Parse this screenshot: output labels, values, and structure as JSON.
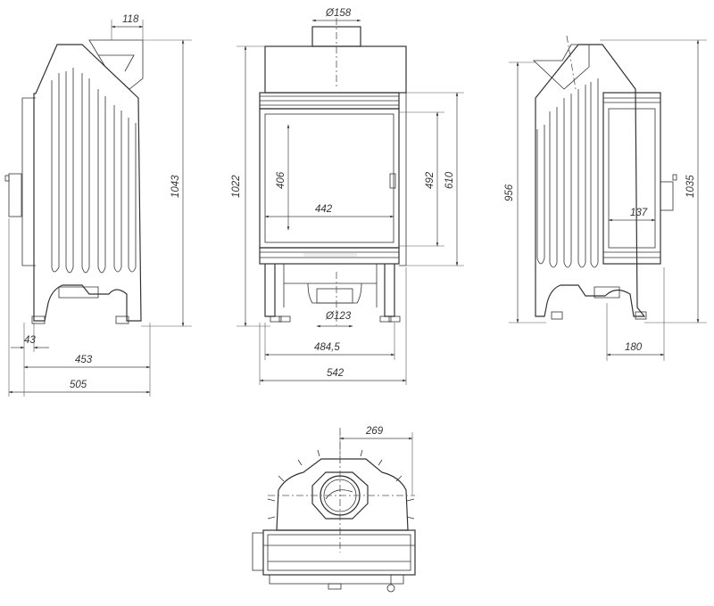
{
  "views": {
    "side_left": {
      "dim_top_flue": "118",
      "dim_height": "1043",
      "dim_foot": "43",
      "dim_depth_inner": "453",
      "dim_depth_total": "505"
    },
    "front": {
      "dim_flue_diameter": "Ø158",
      "dim_height": "1022",
      "dim_glass_height": "406",
      "dim_glass_width": "442",
      "dim_opening_height": "492",
      "dim_outer_height": "610",
      "dim_air_diameter": "Ø123",
      "dim_inner_width": "484,5",
      "dim_total_width": "542"
    },
    "side_right": {
      "dim_flue_height": "956",
      "dim_height": "1035",
      "dim_glass_width": "137",
      "dim_foot_offset": "180"
    },
    "top": {
      "dim_flue_offset": "269"
    }
  }
}
